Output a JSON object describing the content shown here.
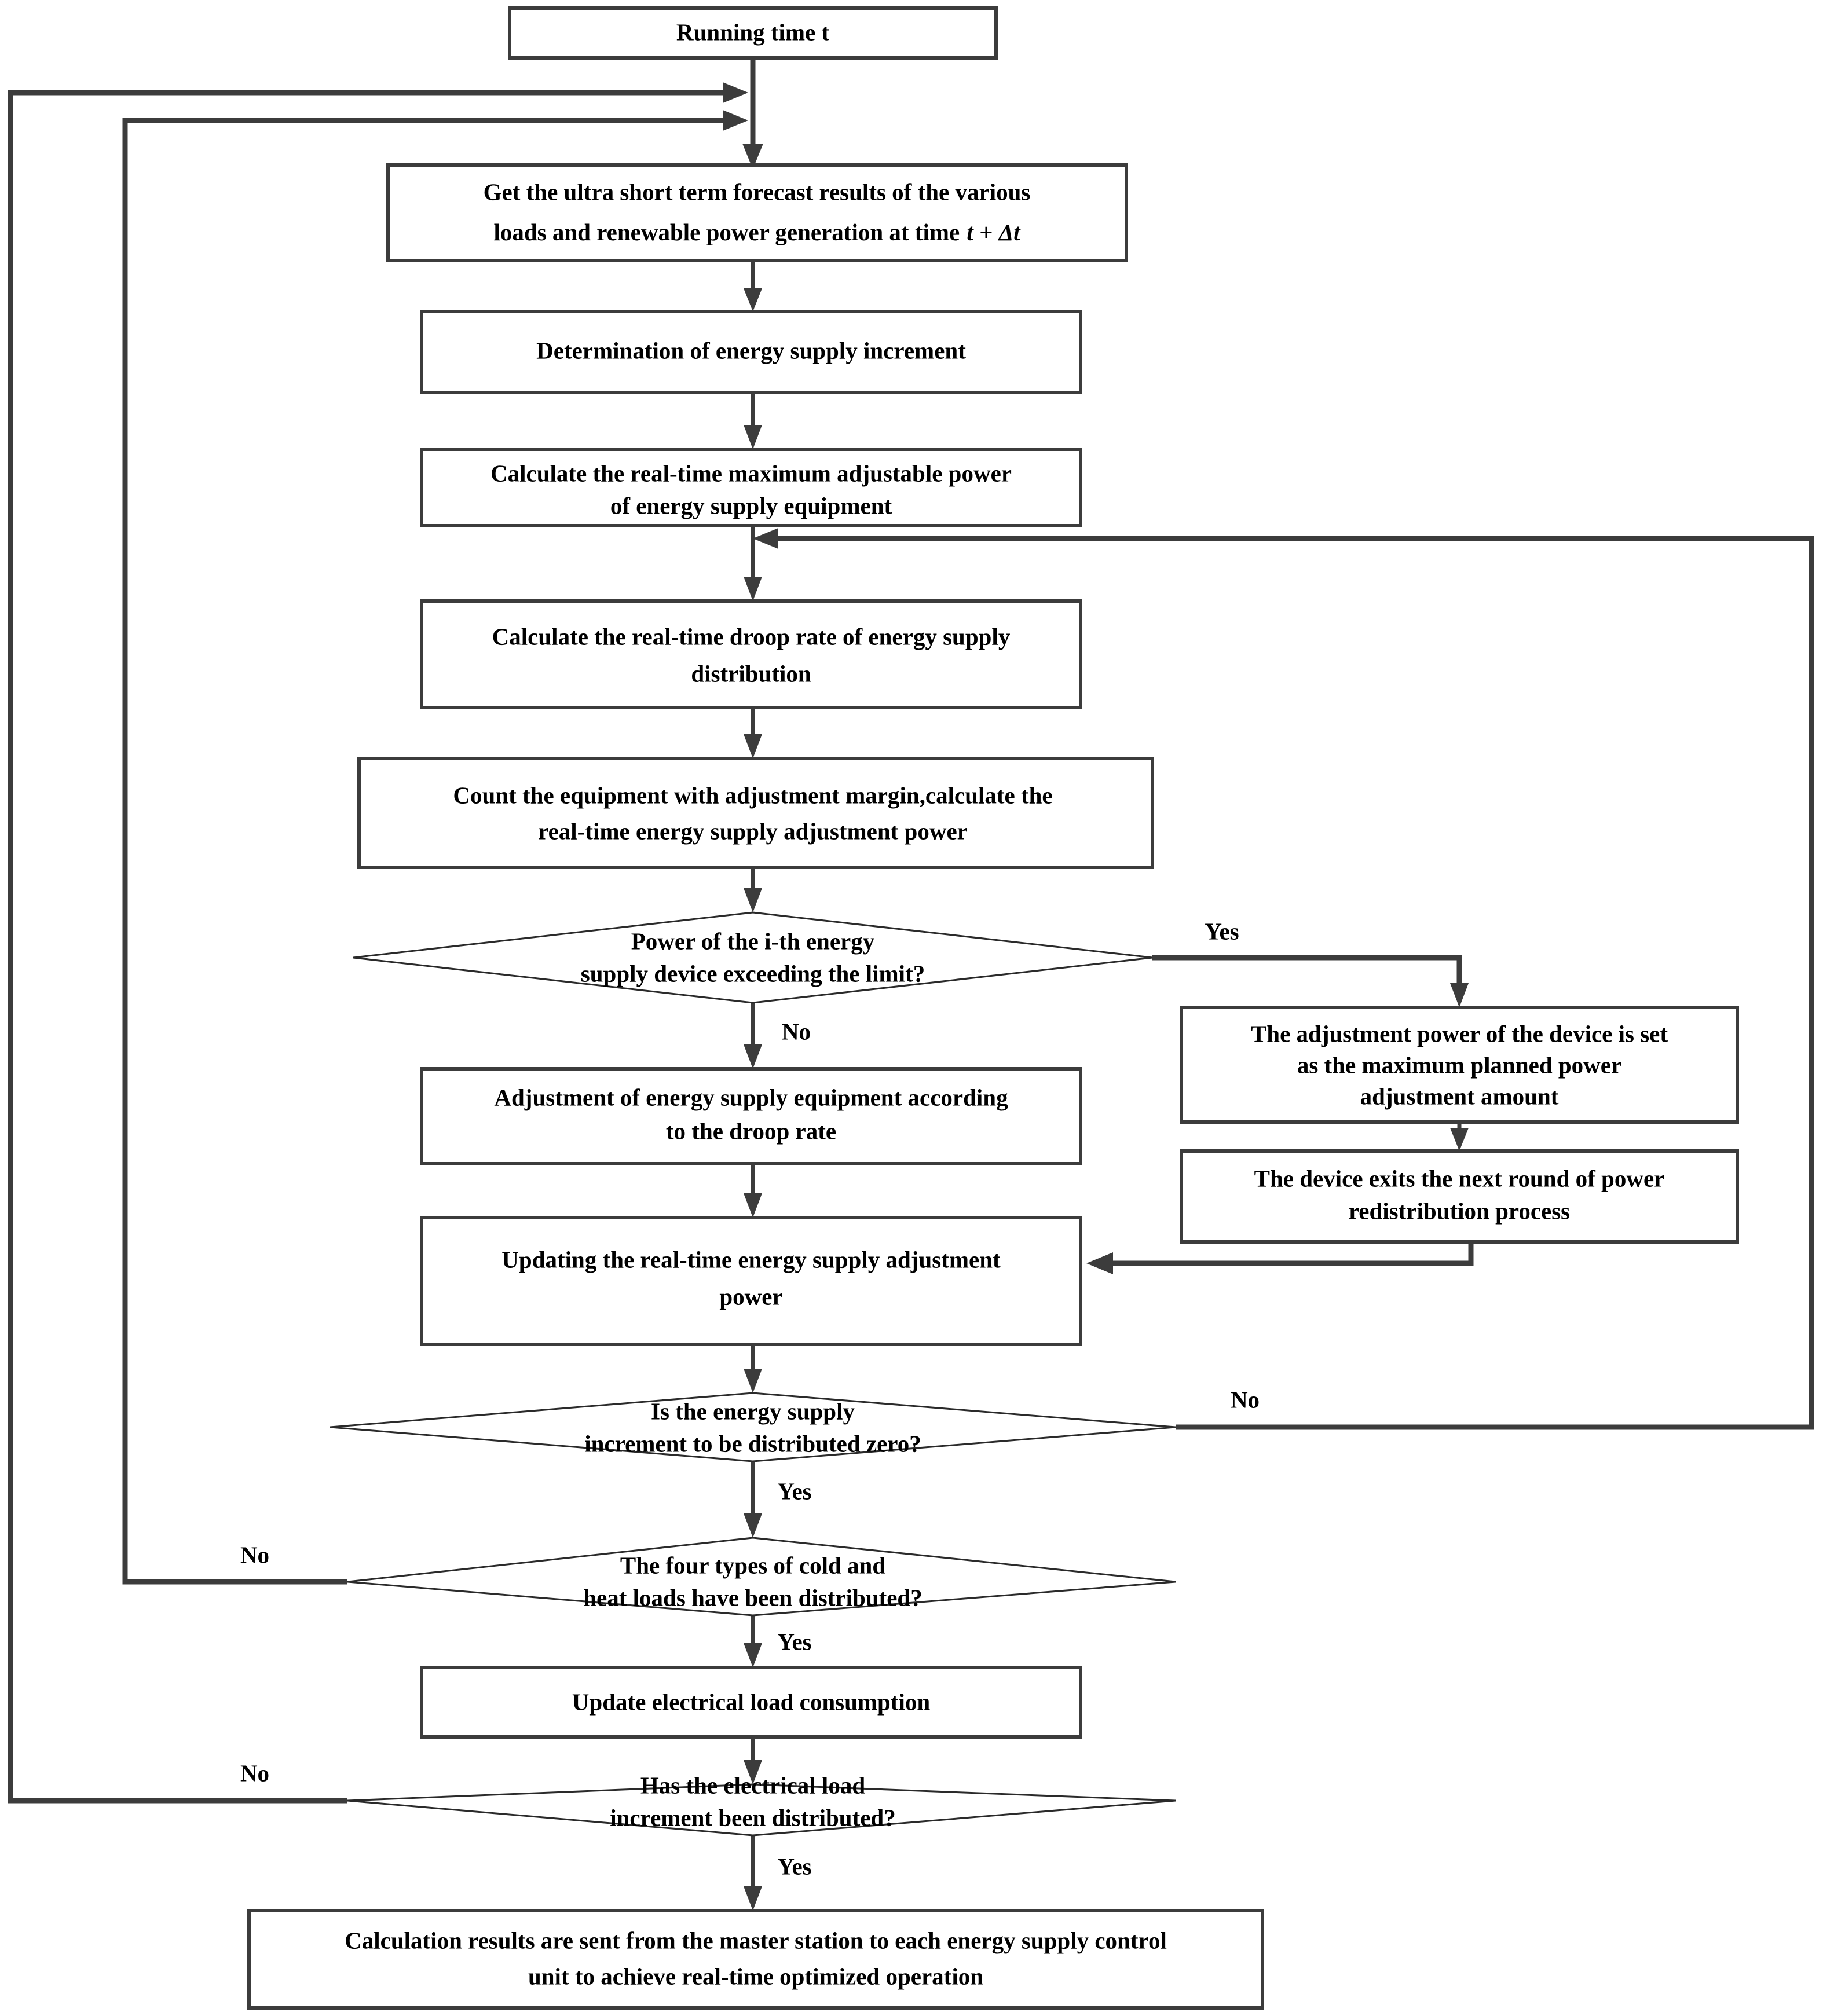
{
  "diagram": {
    "type": "flowchart",
    "title": "Real-time optimized energy supply operation flowchart",
    "colors": {
      "line": "#3c3c3c",
      "box_fill": "#ffffff",
      "text": "#000000",
      "background": "#ffffff"
    }
  },
  "nodes": {
    "start": {
      "shape": "process",
      "lines": [
        "Running time t"
      ]
    },
    "forecast": {
      "shape": "process",
      "lines": [
        "Get the ultra short term forecast results of the various",
        "loads and renewable power generation at time"
      ],
      "inline_math": "t + Δt"
    },
    "determination": {
      "shape": "process",
      "lines": [
        "Determination of energy supply increment"
      ]
    },
    "max_adjustable": {
      "shape": "process",
      "lines": [
        "Calculate the real-time maximum adjustable power",
        "of energy supply equipment"
      ]
    },
    "droop_rate": {
      "shape": "process",
      "lines": [
        "Calculate the real-time droop rate of energy supply",
        "distribution"
      ]
    },
    "count_equipment": {
      "shape": "process",
      "lines": [
        "Count the equipment with adjustment margin,calculate the",
        "real-time energy supply adjustment power"
      ]
    },
    "decision_limit": {
      "shape": "decision",
      "lines": [
        "Power of the i-th energy",
        "supply device exceeding the limit?"
      ]
    },
    "set_max_planned": {
      "shape": "process",
      "lines": [
        "The adjustment power of the device is set",
        "as the maximum planned power",
        "adjustment amount"
      ]
    },
    "device_exits": {
      "shape": "process",
      "lines": [
        "The device exits the next round of power",
        "redistribution process"
      ]
    },
    "adjust_droop": {
      "shape": "process",
      "lines": [
        "Adjustment of energy supply equipment according",
        "to the  droop rate"
      ]
    },
    "update_adjustment_power": {
      "shape": "process",
      "lines": [
        "Updating the real-time energy supply adjustment",
        "power"
      ]
    },
    "decision_increment_zero": {
      "shape": "decision",
      "lines": [
        "Is the energy supply",
        "increment to be distributed zero?"
      ]
    },
    "decision_four_loads": {
      "shape": "decision",
      "lines": [
        "The four types of cold and",
        "heat loads have been distributed?"
      ]
    },
    "update_electrical_load": {
      "shape": "process",
      "lines": [
        "Update electrical load consumption"
      ]
    },
    "decision_electrical_increment": {
      "shape": "decision",
      "lines": [
        "Has the electrical load",
        "increment been distributed?"
      ]
    },
    "final": {
      "shape": "process",
      "lines": [
        "Calculation results are sent from the master station to each energy supply control",
        "unit to achieve real-time optimized operation"
      ]
    }
  },
  "edge_labels": {
    "limit_yes": "Yes",
    "limit_no": "No",
    "increment_zero_no": "No",
    "increment_zero_yes": "Yes",
    "four_loads_no": "No",
    "four_loads_yes": "Yes",
    "electrical_no": "No",
    "electrical_yes": "Yes"
  }
}
